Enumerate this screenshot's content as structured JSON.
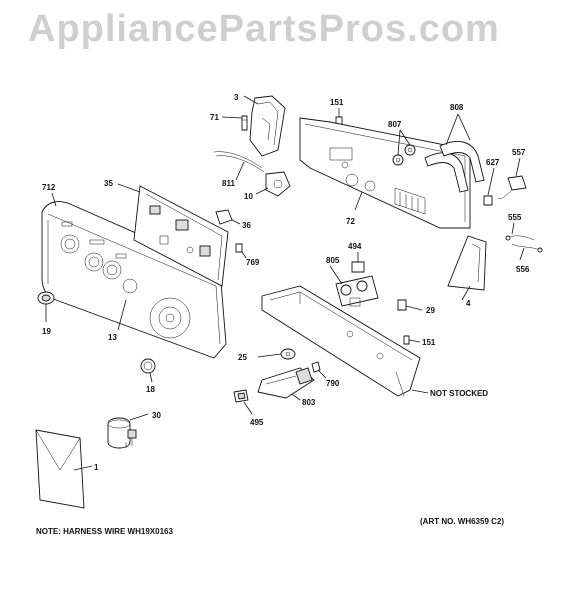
{
  "watermark": "AppliancePartsPros.com",
  "callouts": {
    "c3": "3",
    "c71": "71",
    "c151a": "151",
    "c807": "807",
    "c808": "808",
    "c627": "627",
    "c557": "557",
    "c712": "712",
    "c35": "35",
    "c811": "811",
    "c10": "10",
    "c72": "72",
    "c36": "36",
    "c555": "555",
    "c556": "556",
    "c494": "494",
    "c805": "805",
    "c769": "769",
    "c4": "4",
    "c29": "29",
    "c19": "19",
    "c13": "13",
    "c151b": "151",
    "c25": "25",
    "c18": "18",
    "c790": "790",
    "c803": "803",
    "c495": "495",
    "c30": "30",
    "c1": "1"
  },
  "not_stocked": "NOT STOCKED",
  "note_harness": "NOTE: HARNESS WIRE WH19X0163",
  "art_no": "(ART NO. WH6359 C2)"
}
